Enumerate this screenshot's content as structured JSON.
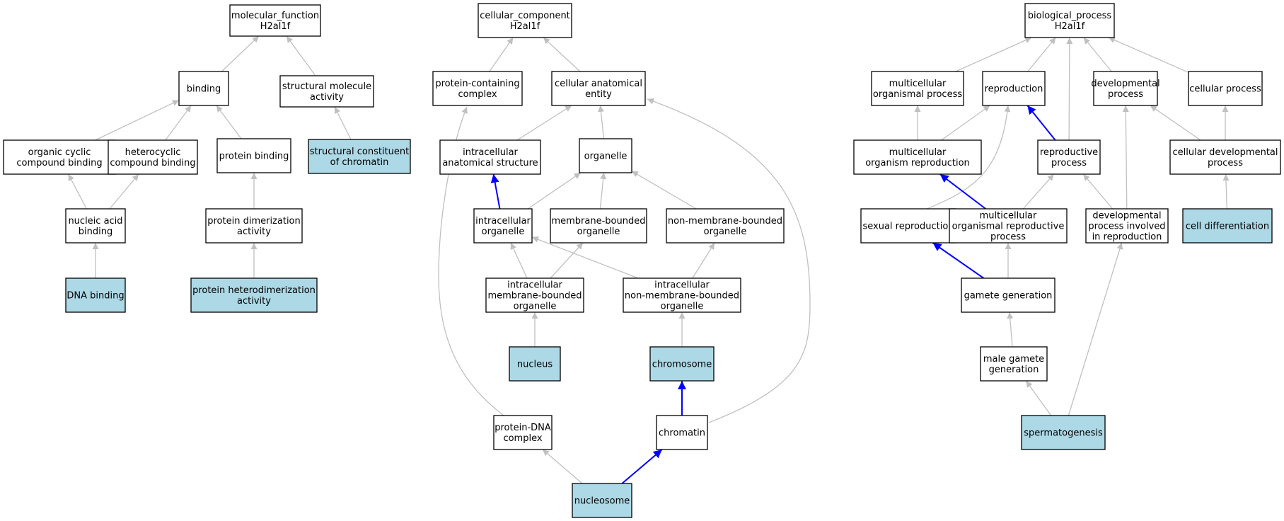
{
  "colors": {
    "highlight": "#add8e6",
    "gray_edge": "#c0c0c0",
    "blue_edge": "#0000ff",
    "border": "#000000"
  },
  "nodes": [
    {
      "id": "mf",
      "lines": [
        "molecular_function",
        "H2al1f"
      ],
      "hl": false
    },
    {
      "id": "binding",
      "lines": [
        "binding"
      ],
      "hl": false
    },
    {
      "id": "sma",
      "lines": [
        "structural molecule",
        "activity"
      ],
      "hl": false
    },
    {
      "id": "occb",
      "lines": [
        "organic cyclic",
        "compound binding"
      ],
      "hl": false
    },
    {
      "id": "hccb",
      "lines": [
        "heterocyclic",
        "compound binding"
      ],
      "hl": false
    },
    {
      "id": "pb",
      "lines": [
        "protein binding"
      ],
      "hl": false
    },
    {
      "id": "scc",
      "lines": [
        "structural constituent",
        "of chromatin"
      ],
      "hl": true
    },
    {
      "id": "nab",
      "lines": [
        "nucleic acid",
        "binding"
      ],
      "hl": false
    },
    {
      "id": "pda",
      "lines": [
        "protein dimerization",
        "activity"
      ],
      "hl": false
    },
    {
      "id": "dnab",
      "lines": [
        "DNA binding"
      ],
      "hl": true
    },
    {
      "id": "phda",
      "lines": [
        "protein heterodimerization",
        "activity"
      ],
      "hl": true
    },
    {
      "id": "cc",
      "lines": [
        "cellular_component",
        "H2al1f"
      ],
      "hl": false
    },
    {
      "id": "pcc",
      "lines": [
        "protein-containing",
        "complex"
      ],
      "hl": false
    },
    {
      "id": "cae",
      "lines": [
        "cellular anatomical",
        "entity"
      ],
      "hl": false
    },
    {
      "id": "ias",
      "lines": [
        "intracellular",
        "anatomical structure"
      ],
      "hl": false
    },
    {
      "id": "org",
      "lines": [
        "organelle"
      ],
      "hl": false
    },
    {
      "id": "io",
      "lines": [
        "intracellular",
        "organelle"
      ],
      "hl": false
    },
    {
      "id": "mbo",
      "lines": [
        "membrane-bounded",
        "organelle"
      ],
      "hl": false
    },
    {
      "id": "nmbo",
      "lines": [
        "non-membrane-bounded",
        "organelle"
      ],
      "hl": false
    },
    {
      "id": "imbo",
      "lines": [
        "intracellular",
        "membrane-bounded",
        "organelle"
      ],
      "hl": false
    },
    {
      "id": "inmbo",
      "lines": [
        "intracellular",
        "non-membrane-bounded",
        "organelle"
      ],
      "hl": false
    },
    {
      "id": "nucleus",
      "lines": [
        "nucleus"
      ],
      "hl": true
    },
    {
      "id": "chromosome",
      "lines": [
        "chromosome"
      ],
      "hl": true
    },
    {
      "id": "pdnac",
      "lines": [
        "protein-DNA",
        "complex"
      ],
      "hl": false
    },
    {
      "id": "chromatin",
      "lines": [
        "chromatin"
      ],
      "hl": false
    },
    {
      "id": "nucleosome",
      "lines": [
        "nucleosome"
      ],
      "hl": true
    },
    {
      "id": "bp",
      "lines": [
        "biological_process",
        "H2al1f"
      ],
      "hl": false
    },
    {
      "id": "mop",
      "lines": [
        "multicellular",
        "organismal process"
      ],
      "hl": false
    },
    {
      "id": "repro",
      "lines": [
        "reproduction"
      ],
      "hl": false
    },
    {
      "id": "devp",
      "lines": [
        "developmental",
        "process"
      ],
      "hl": false
    },
    {
      "id": "cp",
      "lines": [
        "cellular process"
      ],
      "hl": false
    },
    {
      "id": "mor",
      "lines": [
        "multicellular",
        "organism reproduction"
      ],
      "hl": false
    },
    {
      "id": "rp",
      "lines": [
        "reproductive",
        "process"
      ],
      "hl": false
    },
    {
      "id": "cdp",
      "lines": [
        "cellular developmental",
        "process"
      ],
      "hl": false
    },
    {
      "id": "sr",
      "lines": [
        "sexual reproduction"
      ],
      "hl": false
    },
    {
      "id": "morp",
      "lines": [
        "multicellular",
        "organismal reproductive",
        "process"
      ],
      "hl": false
    },
    {
      "id": "dpir",
      "lines": [
        "developmental",
        "process involved",
        "in reproduction"
      ],
      "hl": false
    },
    {
      "id": "cd",
      "lines": [
        "cell differentiation"
      ],
      "hl": true
    },
    {
      "id": "gg",
      "lines": [
        "gamete generation"
      ],
      "hl": false
    },
    {
      "id": "mgg",
      "lines": [
        "male gamete",
        "generation"
      ],
      "hl": false
    },
    {
      "id": "sperm",
      "lines": [
        "spermatogenesis"
      ],
      "hl": true
    }
  ],
  "edges": [
    {
      "from": "binding",
      "to": "mf",
      "blue": false
    },
    {
      "from": "sma",
      "to": "mf",
      "blue": false
    },
    {
      "from": "occb",
      "to": "binding",
      "blue": false
    },
    {
      "from": "hccb",
      "to": "binding",
      "blue": false
    },
    {
      "from": "pb",
      "to": "binding",
      "blue": false
    },
    {
      "from": "scc",
      "to": "sma",
      "blue": false
    },
    {
      "from": "nab",
      "to": "occb",
      "blue": false
    },
    {
      "from": "nab",
      "to": "hccb",
      "blue": false
    },
    {
      "from": "pda",
      "to": "pb",
      "blue": false
    },
    {
      "from": "dnab",
      "to": "nab",
      "blue": false
    },
    {
      "from": "phda",
      "to": "pda",
      "blue": false
    },
    {
      "from": "pcc",
      "to": "cc",
      "blue": false
    },
    {
      "from": "cae",
      "to": "cc",
      "blue": false
    },
    {
      "from": "ias",
      "to": "cae",
      "blue": false
    },
    {
      "from": "org",
      "to": "cae",
      "blue": false
    },
    {
      "from": "io",
      "to": "ias",
      "blue": true
    },
    {
      "from": "io",
      "to": "org",
      "blue": false
    },
    {
      "from": "mbo",
      "to": "org",
      "blue": false
    },
    {
      "from": "nmbo",
      "to": "org",
      "blue": false
    },
    {
      "from": "imbo",
      "to": "io",
      "blue": false
    },
    {
      "from": "imbo",
      "to": "mbo",
      "blue": false
    },
    {
      "from": "inmbo",
      "to": "io",
      "blue": false
    },
    {
      "from": "inmbo",
      "to": "nmbo",
      "blue": false
    },
    {
      "from": "nucleus",
      "to": "imbo",
      "blue": false
    },
    {
      "from": "chromosome",
      "to": "inmbo",
      "blue": false
    },
    {
      "from": "chromatin",
      "to": "chromosome",
      "blue": true
    },
    {
      "from": "chromatin",
      "to": "cae",
      "blue": false
    },
    {
      "from": "pdnac",
      "to": "pcc",
      "blue": false
    },
    {
      "from": "nucleosome",
      "to": "pdnac",
      "blue": false
    },
    {
      "from": "nucleosome",
      "to": "chromatin",
      "blue": true
    },
    {
      "from": "mop",
      "to": "bp",
      "blue": false
    },
    {
      "from": "repro",
      "to": "bp",
      "blue": false
    },
    {
      "from": "rp",
      "to": "bp",
      "blue": false
    },
    {
      "from": "devp",
      "to": "bp",
      "blue": false
    },
    {
      "from": "cp",
      "to": "bp",
      "blue": false
    },
    {
      "from": "mor",
      "to": "mop",
      "blue": false
    },
    {
      "from": "mor",
      "to": "repro",
      "blue": false
    },
    {
      "from": "rp",
      "to": "repro",
      "blue": true
    },
    {
      "from": "cdp",
      "to": "devp",
      "blue": false
    },
    {
      "from": "cdp",
      "to": "cp",
      "blue": false
    },
    {
      "from": "sr",
      "to": "repro",
      "blue": false
    },
    {
      "from": "morp",
      "to": "mor",
      "blue": true
    },
    {
      "from": "morp",
      "to": "rp",
      "blue": false
    },
    {
      "from": "dpir",
      "to": "rp",
      "blue": false
    },
    {
      "from": "dpir",
      "to": "devp",
      "blue": false
    },
    {
      "from": "cd",
      "to": "cdp",
      "blue": false
    },
    {
      "from": "gg",
      "to": "sr",
      "blue": true
    },
    {
      "from": "gg",
      "to": "morp",
      "blue": false
    },
    {
      "from": "mgg",
      "to": "gg",
      "blue": false
    },
    {
      "from": "sperm",
      "to": "mgg",
      "blue": false
    },
    {
      "from": "sperm",
      "to": "dpir",
      "blue": false
    }
  ]
}
